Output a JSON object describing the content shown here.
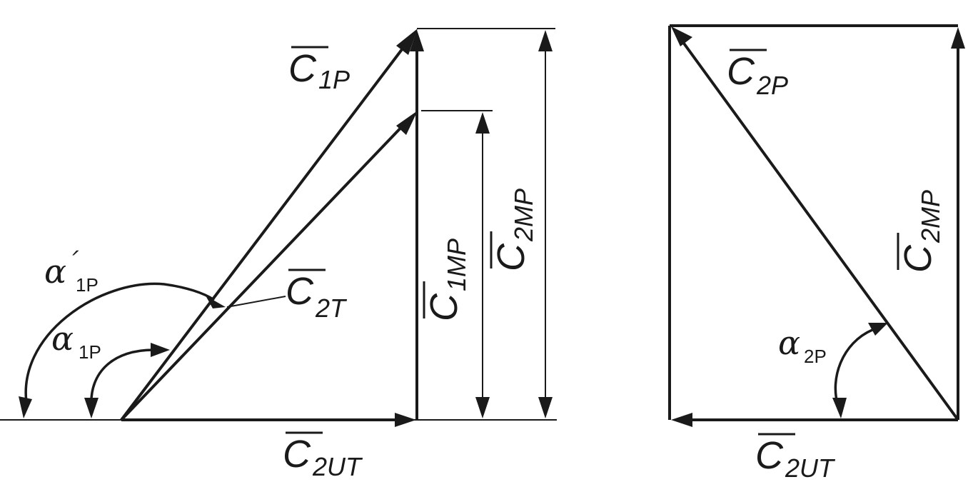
{
  "labels": {
    "c1p": {
      "main": "C",
      "sub": "1P"
    },
    "c2t": {
      "main": "C",
      "sub": "2T"
    },
    "c2ut_left": {
      "main": "C",
      "sub": "2UT"
    },
    "c1mp": {
      "main": "C",
      "sub": "1MP"
    },
    "c2mp_left": {
      "main": "C",
      "sub": "2MP"
    },
    "c2p": {
      "main": "C",
      "sub": "2P"
    },
    "c2mp_right": {
      "main": "C",
      "sub": "2MP"
    },
    "c2ut_right": {
      "main": "C",
      "sub": "2UT"
    },
    "alpha1p_prime": {
      "symbol": "α",
      "prime": "´",
      "sub": "1P"
    },
    "alpha1p": {
      "symbol": "α",
      "sub": "1P"
    },
    "alpha2p": {
      "symbol": "α",
      "sub": "2P"
    }
  }
}
